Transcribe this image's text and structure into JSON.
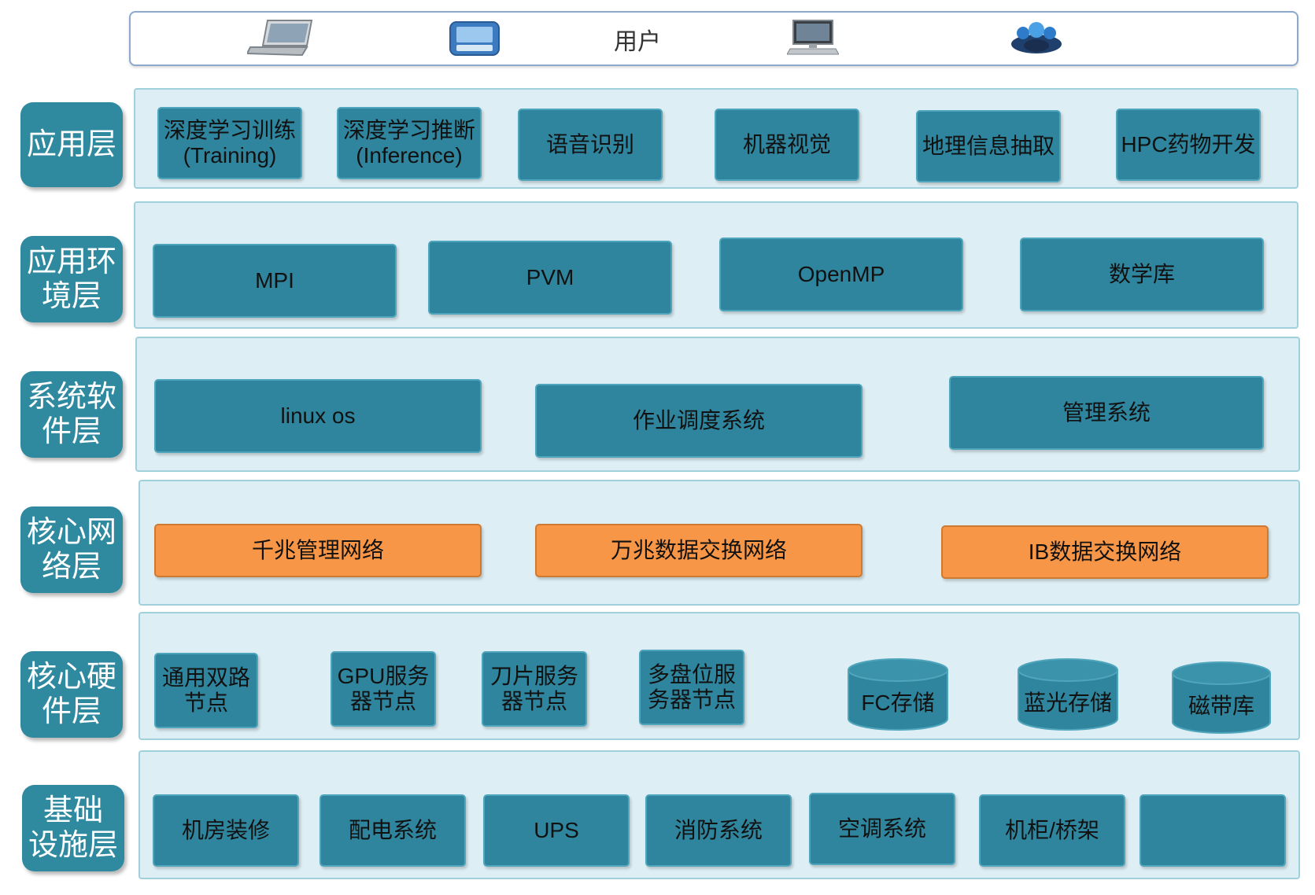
{
  "users": {
    "label": "用户",
    "icons": [
      "laptop-icon",
      "tablet-icon",
      "desktop-computer-icon",
      "user-group-icon"
    ]
  },
  "layers": [
    {
      "label": "应用层",
      "items": [
        "深度学习训练\n(Training)",
        "深度学习推断\n(Inference)",
        "语音识别",
        "机器视觉",
        "地理信息抽取",
        "HPC药物开发"
      ]
    },
    {
      "label": "应用环\n境层",
      "items": [
        "MPI",
        "PVM",
        "OpenMP",
        "数学库"
      ]
    },
    {
      "label": "系统软\n件层",
      "items": [
        "linux os",
        "作业调度系统",
        "管理系统"
      ]
    },
    {
      "label": "核心网\n络层",
      "items": [
        "千兆管理网络",
        "万兆数据交换网络",
        "IB数据交换网络"
      ]
    },
    {
      "label": "核心硬\n件层",
      "items": [
        "通用双路\n节点",
        "GPU服务\n器节点",
        "刀片服务\n器节点",
        "多盘位服\n务器节点"
      ],
      "storage": [
        "FC存储",
        "蓝光存储",
        "磁带库"
      ]
    },
    {
      "label": "基础\n设施层",
      "items": [
        "机房装修",
        "配电系统",
        "UPS",
        "消防系统",
        "空调系统",
        "机柜/桥架",
        ""
      ]
    }
  ],
  "colors": {
    "layer_label": "#2f8aa0",
    "box": "#2f859d",
    "network_box": "#f79646",
    "panel": "#ddeef4",
    "panel_border": "#9fd0dc"
  }
}
